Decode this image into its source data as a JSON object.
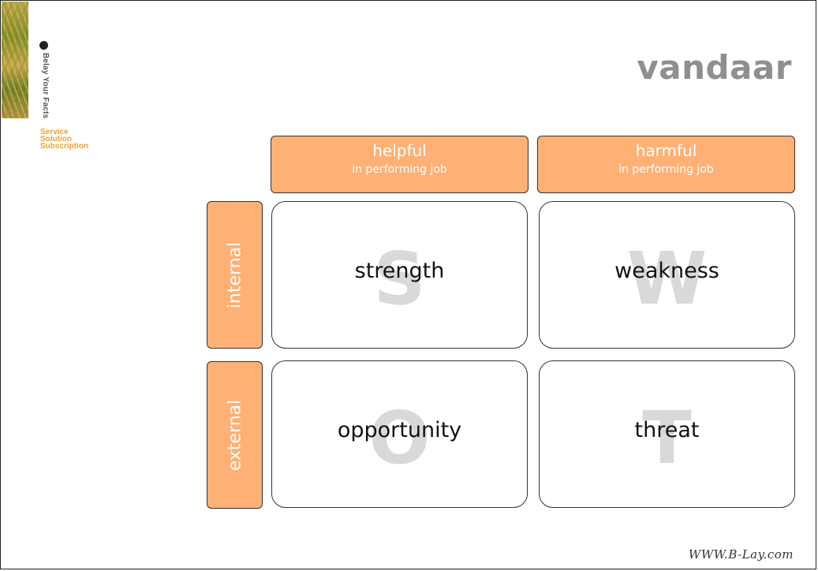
{
  "brand": {
    "tagline": "Belay Your Facts",
    "lines": [
      "Service",
      "Solution",
      "Subscription"
    ]
  },
  "title": "vandaar",
  "columns": [
    {
      "main": "helpful",
      "sub": "in performing job"
    },
    {
      "main": "harmful",
      "sub": "in performing job"
    }
  ],
  "rows": [
    "internal",
    "external"
  ],
  "cells": [
    {
      "letter": "S",
      "label": "strength"
    },
    {
      "letter": "W",
      "label": "weakness"
    },
    {
      "letter": "O",
      "label": "opportunity"
    },
    {
      "letter": "T",
      "label": "threat"
    }
  ],
  "footer": {
    "url": "WWW.B-Lay.com"
  },
  "colors": {
    "accent": "#ffb074",
    "brand_orange": "#e8a33a",
    "title_gray": "#8f8f8f"
  }
}
